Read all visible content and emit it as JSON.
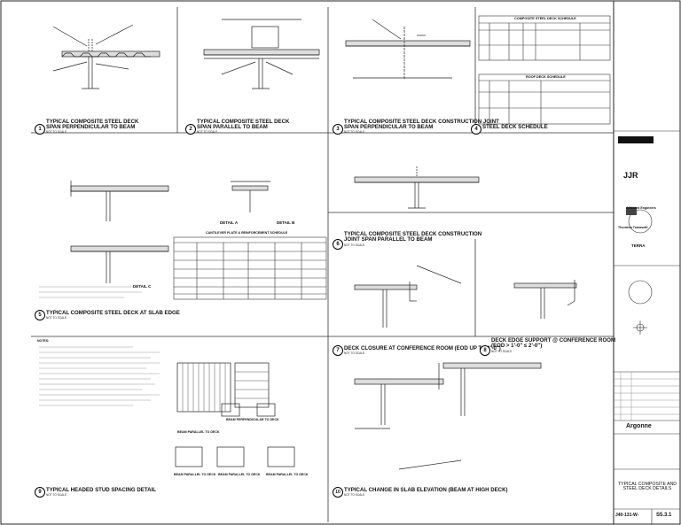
{
  "details": [
    {
      "num": "1",
      "title1": "TYPICAL COMPOSITE STEEL DECK",
      "title2": "SPAN PERPENDICULAR TO BEAM",
      "scale": "NOT TO SCALE"
    },
    {
      "num": "2",
      "title1": "TYPICAL COMPOSITE STEEL DECK",
      "title2": "SPAN PARALLEL TO BEAM",
      "scale": "NOT TO SCALE"
    },
    {
      "num": "3",
      "title1": "TYPICAL COMPOSITE STEEL DECK CONSTRUCTION JOINT",
      "title2": "SPAN PERPENDICULAR TO BEAM",
      "scale": "NOT TO SCALE"
    },
    {
      "num": "4",
      "title1": "STEEL DECK SCHEDULE",
      "title2": "",
      "scale": ""
    },
    {
      "num": "5",
      "title1": "TYPICAL COMPOSITE STEEL DECK AT SLAB EDGE",
      "title2": "",
      "scale": "NOT TO SCALE"
    },
    {
      "num": "6",
      "title1": "TYPICAL COMPOSITE STEEL DECK CONSTRUCTION",
      "title2": "JOINT SPAN PARALLEL TO BEAM",
      "scale": "NOT TO SCALE"
    },
    {
      "num": "7",
      "title1": "DECK CLOSURE AT CONFERENCE ROOM (EOD UP TO 1'-0\")",
      "title2": "",
      "scale": "NOT TO SCALE"
    },
    {
      "num": "8",
      "title1": "DECK EDGE SUPPORT @ CONFERENCE ROOM",
      "title2": "(EOD > 1'-0\" ≤ 2'-0\")",
      "scale": "NOT TO SCALE"
    },
    {
      "num": "9",
      "title1": "TYPICAL HEADED STUD SPACING DETAIL",
      "title2": "",
      "scale": "NOT TO SCALE"
    },
    {
      "num": "10",
      "title1": "TYPICAL CHANGE IN SLAB ELEVATION (BEAM AT HIGH DECK)",
      "title2": "",
      "scale": "NOT TO SCALE"
    }
  ],
  "labels": {
    "detail_a": "DETAIL A",
    "detail_b": "DETAIL B",
    "detail_c": "DETAIL C",
    "cantilever_schedule": "CANTILEVER PLATE & REINFORCEMENT SCHEDULE",
    "beam_par1": "BEAM PARALLEL TO DECK",
    "beam_perp": "BEAM PERPENDICULAR TO DECK",
    "beam_par2": "BEAM PARALLEL TO DECK",
    "beam_par3": "BEAM PARALLEL TO DECK",
    "beam_par4": "BEAM PARALLEL TO DECK",
    "notes": "NOTES:"
  },
  "schedules": {
    "composite_title": "COMPOSITE STEEL DECK SCHEDULE",
    "roof_title": "ROOF DECK SCHEDULE"
  },
  "titleblock": {
    "company": "Argonne",
    "sheet_title": "TYPICAL COMPOSITE AND STEEL DECK DETAILS",
    "sheet_no": "S5.3.1",
    "project_no": "J40-131-W-",
    "consultants": [
      "JJR",
      "Affiliated Engineers",
      "Thornton Tomasetti",
      "TERRA"
    ]
  }
}
